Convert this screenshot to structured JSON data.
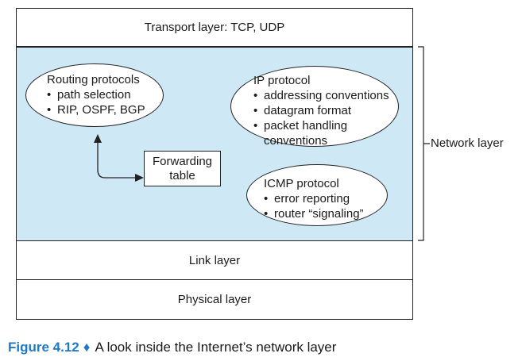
{
  "layers": {
    "transport": "Transport layer: TCP, UDP",
    "link": "Link layer",
    "physical": "Physical layer"
  },
  "network": {
    "bracket_label": "Network layer",
    "fill_color": "#cfe8f6",
    "routing": {
      "title": "Routing protocols",
      "items": [
        "path selection",
        "RIP, OSPF, BGP"
      ]
    },
    "forwarding_table": {
      "line1": "Forwarding",
      "line2": "table"
    },
    "ip": {
      "title": "IP protocol",
      "items": [
        "addressing conventions",
        "datagram format",
        "packet handling",
        "conventions"
      ]
    },
    "icmp": {
      "title": "ICMP protocol",
      "items": [
        "error reporting",
        "router “signaling”"
      ]
    }
  },
  "caption": {
    "figure": "Figure 4.12",
    "diamond": "♦",
    "text": "A look inside the Internet’s network layer",
    "accent_color": "#1f78c8"
  }
}
